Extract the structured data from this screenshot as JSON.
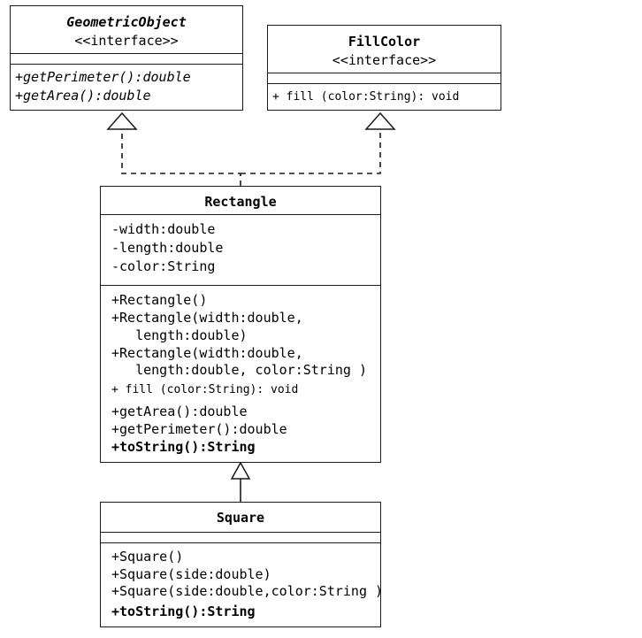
{
  "geometric_object": {
    "name": "GeometricObject",
    "stereotype": "<<interface>>",
    "methods": [
      "+getPerimeter():double",
      "+getArea():double"
    ]
  },
  "fill_color": {
    "name": "FillColor",
    "stereotype": "<<interface>>",
    "methods": [
      "+ fill (color:String): void"
    ]
  },
  "rectangle": {
    "name": "Rectangle",
    "attributes": [
      "-width:double",
      "-length:double",
      "-color:String"
    ],
    "methods": [
      "+Rectangle()",
      "+Rectangle(width:double,",
      "   length:double)",
      "+Rectangle(width:double,",
      "   length:double, color:String )",
      "+ fill (color:String): void",
      "+getArea():double",
      "+getPerimeter():double",
      "+toString():String"
    ]
  },
  "square": {
    "name": "Square",
    "methods": [
      "+Square()",
      "+Square(side:double)",
      "+Square(side:double,color:String )",
      "+toString():String"
    ]
  }
}
